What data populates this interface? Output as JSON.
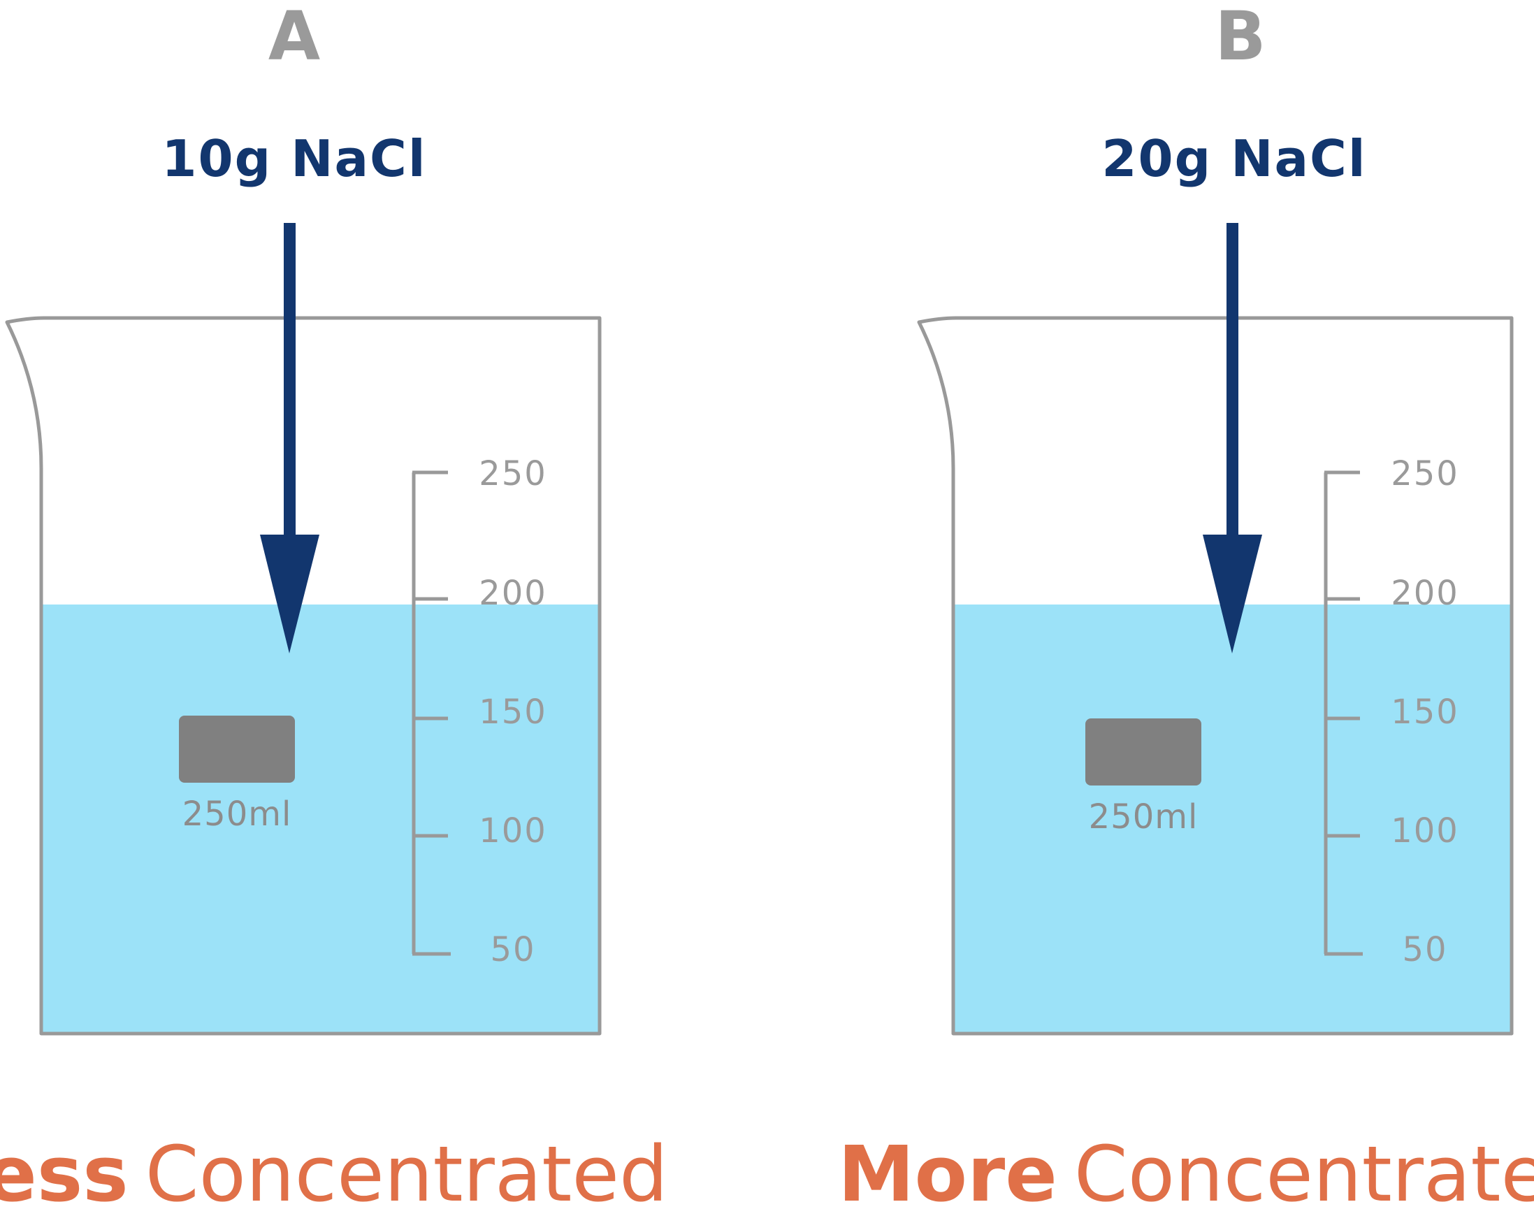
{
  "colors": {
    "liquid": "#9ce2f8",
    "beaker_outline": "#999999",
    "arrow": "#12366e",
    "label_plate": "#808080",
    "caption": "#e07048",
    "letter": "#9a9a9a"
  },
  "panels": [
    {
      "letter": "A",
      "reagent": "10g NaCl",
      "volume": "250ml",
      "scale": [
        "250",
        "200",
        "150",
        "100",
        "50"
      ],
      "caption_bold": "Less",
      "caption_rest": "Concentrated"
    },
    {
      "letter": "B",
      "reagent": "20g NaCl",
      "volume": "250ml",
      "scale": [
        "250",
        "200",
        "150",
        "100",
        "50"
      ],
      "caption_bold": "More",
      "caption_rest": "Concentrated"
    }
  ]
}
